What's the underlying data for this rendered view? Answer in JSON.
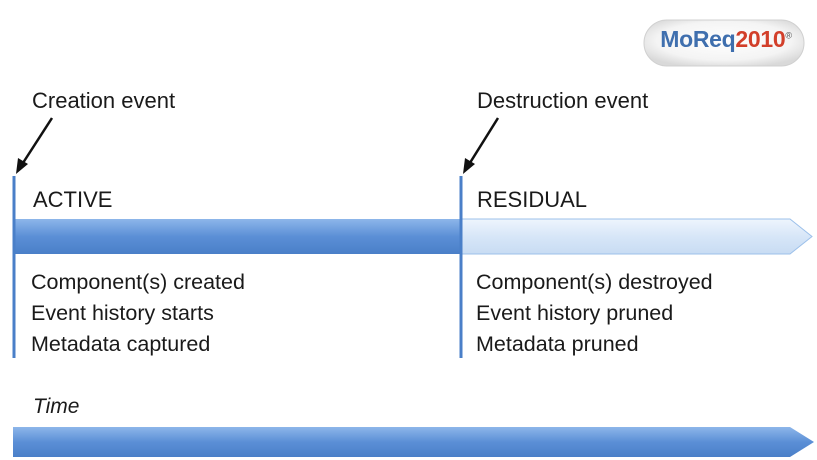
{
  "logo": {
    "part1": "MoReq",
    "part2": "2010",
    "mark": "®"
  },
  "creation_event": {
    "label": "Creation event"
  },
  "destruction_event": {
    "label": "Destruction event"
  },
  "phases": [
    {
      "label": "ACTIVE",
      "items": [
        "Component(s) created",
        "Event history starts",
        "Metadata captured"
      ],
      "color": "#5b8fd6"
    },
    {
      "label": "RESIDUAL",
      "items": [
        "Component(s) destroyed",
        "Event history pruned",
        "Metadata pruned"
      ],
      "color": "#d7e6f8"
    }
  ],
  "time_axis": {
    "label": "Time",
    "color": "#5b8fd6"
  }
}
